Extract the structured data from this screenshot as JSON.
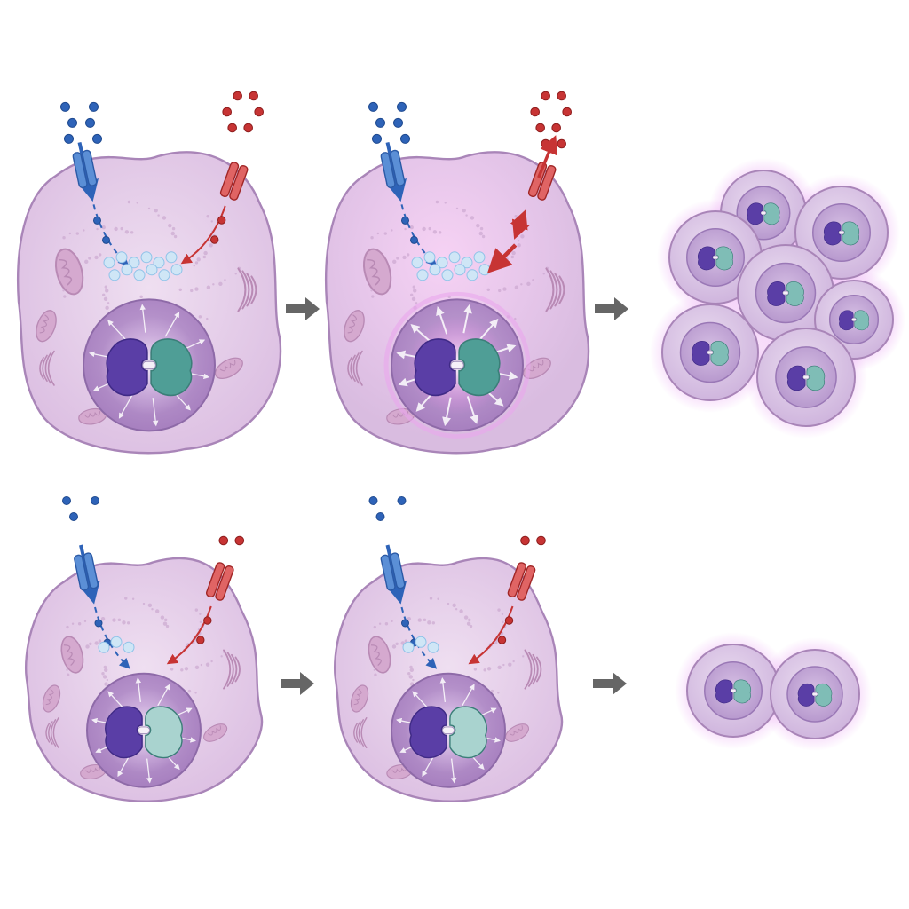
{
  "colors": {
    "background": "#ffffff",
    "cytoplasm": "#e2c8e6",
    "membrane": "#a985b8",
    "nucleus": "#b48cc8",
    "nucleus_rim": "#8e6aa8",
    "dimer_left": "#5a3ea6",
    "dimer_right": "#4f9e96",
    "dimer_right_weak": "#a9d3cf",
    "signal_blue": "#2e63b8",
    "signal_blue_light": "#8fc2e8",
    "signal_red": "#c73434",
    "glow": "#f2a6ea",
    "step_arrow": "#666666",
    "organelle": "#b98ab5"
  },
  "rows": [
    {
      "name": "strong-signal-row",
      "stages": [
        {
          "step": 1,
          "red_signal": "normal",
          "dimer_activity": "low-active",
          "blue_cluster_count": 12
        },
        {
          "step": 2,
          "red_signal": "amplified",
          "dimer_activity": "high-active",
          "blue_cluster_count": 12
        }
      ],
      "outcome": {
        "cell_count": 7,
        "type": "proliferating-cluster"
      }
    },
    {
      "name": "weak-signal-row",
      "stages": [
        {
          "step": 1,
          "red_signal": "weak",
          "dimer_activity": "low-active",
          "blue_cluster_count": 3
        },
        {
          "step": 2,
          "red_signal": "weak",
          "dimer_activity": "low-active",
          "blue_cluster_count": 3
        }
      ],
      "outcome": {
        "cell_count": 2,
        "type": "limited-division"
      }
    }
  ],
  "icons": {
    "receptor_blue": "membrane-receptor-icon",
    "receptor_red": "membrane-receptor-icon",
    "dimer": "protein-dimer-icon",
    "step_arrow": "right-arrow-icon"
  }
}
